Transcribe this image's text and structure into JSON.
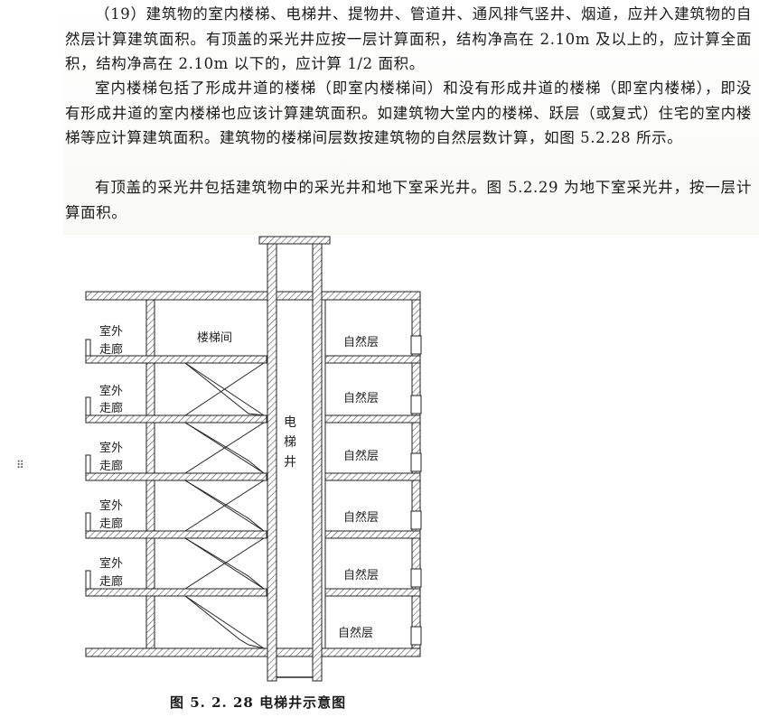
{
  "paragraphs": [
    "（19）建筑物的室内楼梯、电梯井、提物井、管道井、通风排气竖井、烟道，应并入建筑物的自然层计算建筑面积。有顶盖的采光井应按一层计算面积，结构净高在 2.10m 及以上的，应计算全面积，结构净高在 2.10m 以下的，应计算 1/2 面积。",
    "室内楼梯包括了形成井道的楼梯（即室内楼梯间）和没有形成井道的楼梯（即室内楼梯），即没有形成井道的室内楼梯也应该计算建筑面积。如建筑物大堂内的楼梯、跃层（或复式）住宅的室内楼梯等应计算建筑面积。建筑物的楼梯间层数按建筑物的自然层数计算，如图 5.2.28 所示。",
    "有顶盖的采光井包括建筑物中的采光井和地下室采光井。图 5.2.29 为地下室采光井，按一层计算面积。"
  ],
  "figure": {
    "corridor_top": "室外",
    "corridor_bottom": "走廊",
    "stairwell_label": "楼梯间",
    "shaft_label": [
      "电",
      "梯",
      "井"
    ],
    "floor_label": "自然层",
    "corridor_count": 5,
    "floor_count": 6
  },
  "caption": "图 5. 2. 28   电梯井示意图"
}
